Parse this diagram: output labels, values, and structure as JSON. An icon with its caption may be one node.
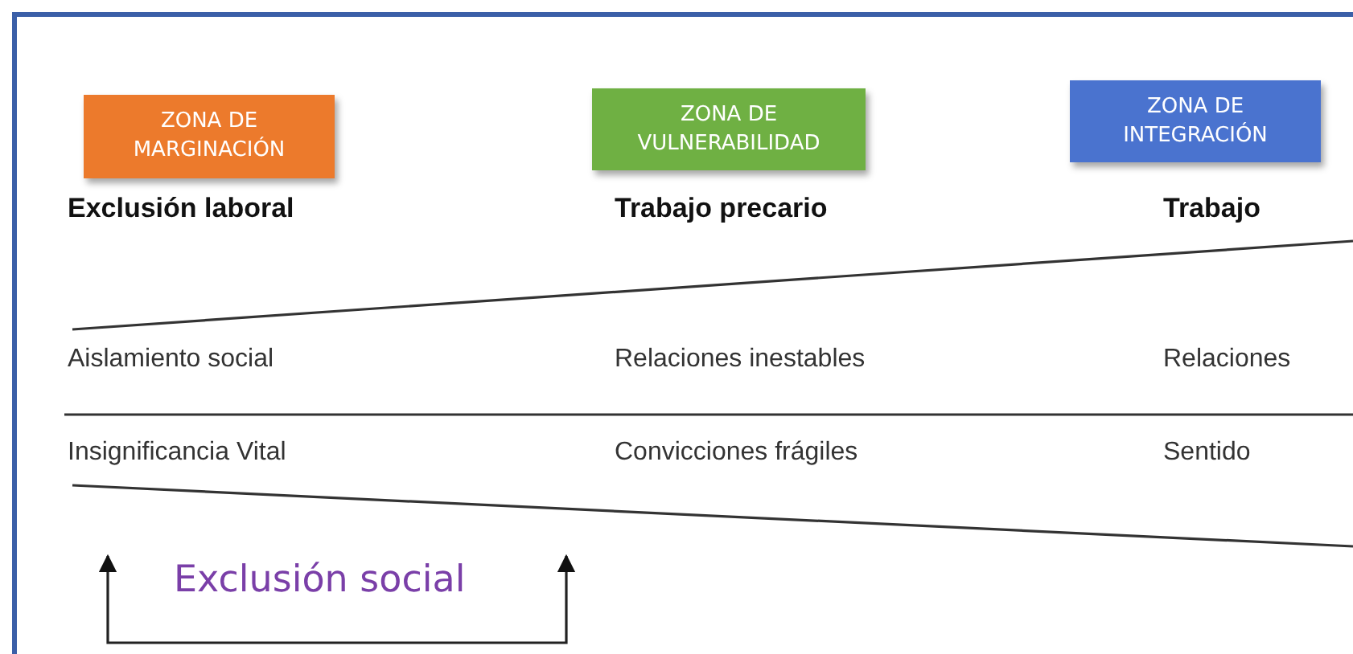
{
  "diagram": {
    "nodes": [
      {
        "text": [
          "ZONA DE MARGINACIÓN"
        ]
      },
      {
        "text": [
          "ZONA DE VULNERABILIDAD"
        ]
      },
      {
        "text": [
          "ZONA DE INTEGRACIÓN"
        ]
      }
    ],
    "labels": [
      "Exclusión laboral",
      "Trabajo precario",
      "Trabajo",
      "Aislamiento social",
      "Relaciones inestables",
      "Relaciones",
      "Insignificancia Vital",
      "Convicciones frágiles",
      "Sentido",
      "Exclusión social"
    ]
  }
}
